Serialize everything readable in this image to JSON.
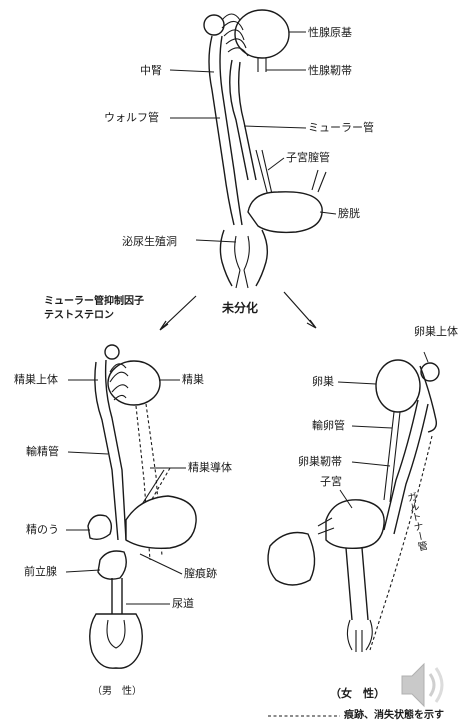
{
  "top": {
    "gonad": "性腺原基",
    "gonad_lig": "性腺靭帯",
    "mesonephros": "中腎",
    "wolff": "ウォルフ管",
    "muller": "ミューラー管",
    "uterine_lig": "子宮膣管",
    "bladder": "膀胱",
    "sinus": "泌尿生殖洞",
    "undiff": "未分化"
  },
  "factor": {
    "line1": "ミューラー管抑制因子",
    "line2": "テストステロン"
  },
  "male": {
    "epididymis": "精巣上体",
    "testis": "精巣",
    "vas": "輸精管",
    "gubernaculum": "精巣導体",
    "vesicle": "精のう",
    "prostate": "前立腺",
    "remnant": "膣痕跡",
    "urethra": "尿道",
    "caption": "（男　性）"
  },
  "female": {
    "epoophoron": "卵巣上体",
    "ovary": "卵巣",
    "oviduct": "輸卵管",
    "ovary_lig": "卵巣靭帯",
    "uterus": "子宮",
    "gartner": "ガルトナー管",
    "caption": "（女　性）"
  },
  "legend": {
    "text": "痕跡、消失状態を示す"
  }
}
